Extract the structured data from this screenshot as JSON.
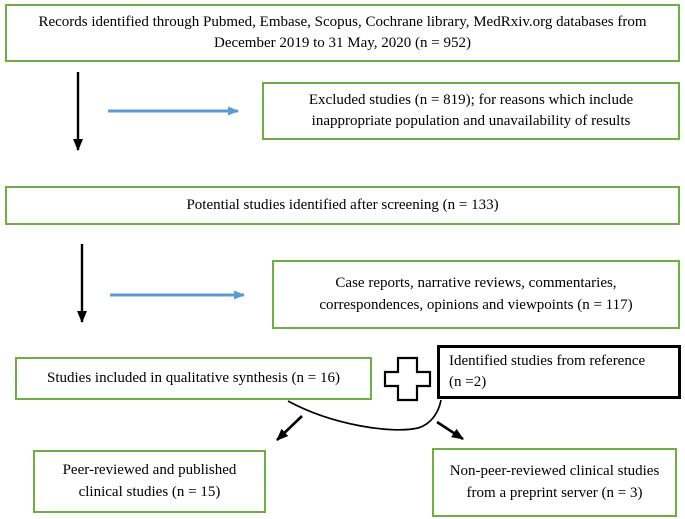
{
  "boxes": {
    "records": "Records identified through Pubmed, Embase, Scopus, Cochrane library, MedRxiv.org databases from December 2019 to 31 May, 2020 (n = 952)",
    "excluded": "Excluded studies (n = 819); for reasons which include inappropriate population and unavailability of results",
    "screened": "Potential studies identified after screening (n = 133)",
    "case_reports": "Case reports, narrative reviews, commentaries, correspondences, opinions and viewpoints (n = 117)",
    "qualitative_synthesis": "Studies included in qualitative synthesis (n = 16)",
    "reference_studies": "Identified studies from reference\n(n =2)",
    "peer_reviewed": "Peer-reviewed and published clinical studies (n = 15)",
    "non_peer_reviewed": "Non-peer-reviewed clinical studies from a preprint server (n = 3)"
  },
  "icons": {
    "plus_icon": "plus-cross-outline"
  },
  "colors": {
    "green_border": "#70AD47",
    "black_border": "#000000",
    "blue_arrow": "#5B9BD5",
    "black_arrow": "#000000"
  }
}
